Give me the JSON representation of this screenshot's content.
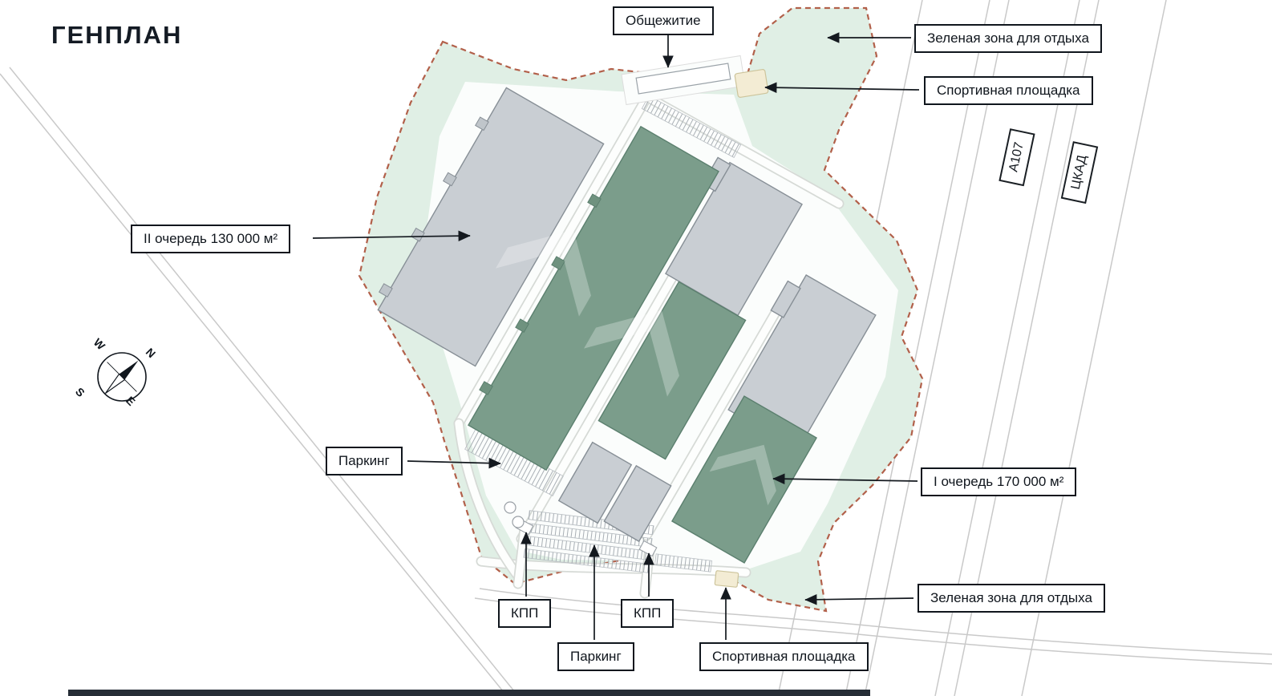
{
  "title": "ГЕНПЛАН",
  "callouts": {
    "dormitory": "Общежитие",
    "green_zone": "Зеленая зона для отдыха",
    "sport": "Спортивная площадка",
    "phase2": "II очередь 130 000 м²",
    "phase1": "I очередь 170 000 м²",
    "parking": "Паркинг",
    "kpp": "КПП"
  },
  "road_signs": {
    "a107": "А107",
    "ckad": "ЦКАД"
  },
  "compass": {
    "n": "N",
    "e": "E",
    "s": "S",
    "w": "W"
  },
  "colors": {
    "site_green": "#e0efe5",
    "building_green": "#7b9d8b",
    "building_gray": "#c9ced3",
    "boundary_dashed": "#b2604a",
    "label_border": "#10161d",
    "sport_ground": "#f3ecd4"
  }
}
